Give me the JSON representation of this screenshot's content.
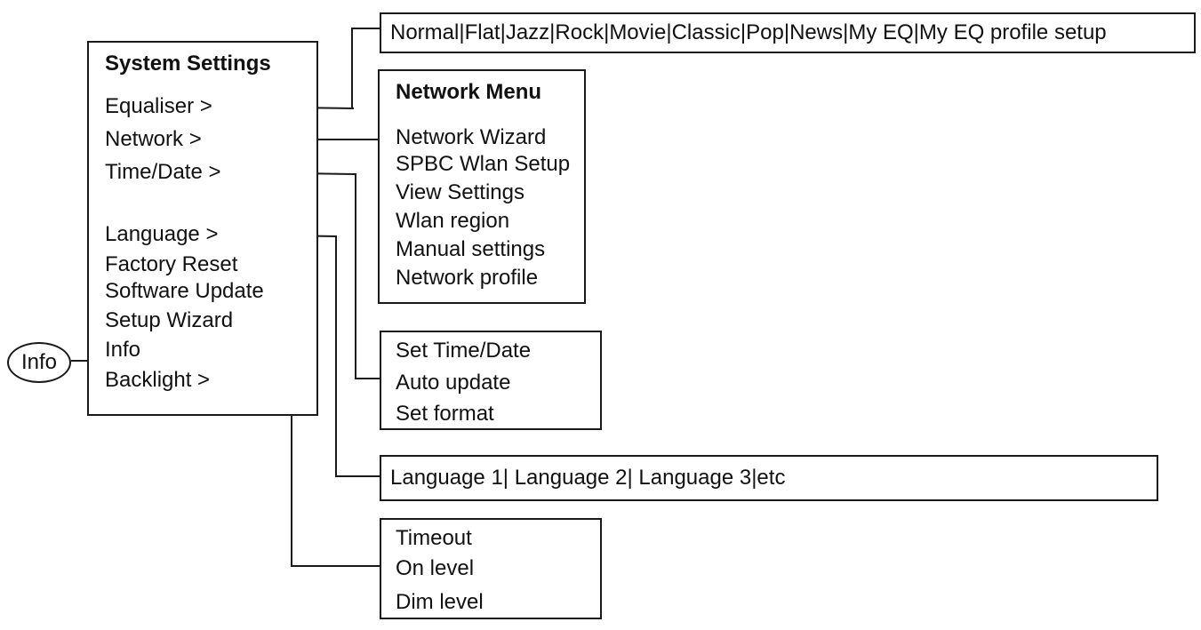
{
  "system_menu": {
    "title": "System Settings",
    "items": [
      "Equaliser >",
      "Network >",
      "Time/Date >",
      "Language >",
      "Factory Reset",
      "Software Update",
      "Setup Wizard",
      "Info",
      "Backlight >"
    ]
  },
  "info_oval": {
    "label": "Info"
  },
  "equaliser_menu": {
    "options": "Normal|Flat|Jazz|Rock|Movie|Classic|Pop|News|My EQ|My EQ profile setup"
  },
  "network_menu": {
    "title": "Network Menu",
    "items": [
      "Network Wizard",
      "SPBC Wlan Setup",
      "View Settings",
      "Wlan region",
      "Manual settings",
      "Network profile"
    ]
  },
  "time_date_menu": {
    "items": [
      "Set Time/Date",
      "Auto update",
      "Set format"
    ]
  },
  "language_menu": {
    "options": "Language 1| Language 2| Language 3|etc"
  },
  "backlight_menu": {
    "items": [
      "Timeout",
      "On level",
      "Dim level"
    ]
  }
}
